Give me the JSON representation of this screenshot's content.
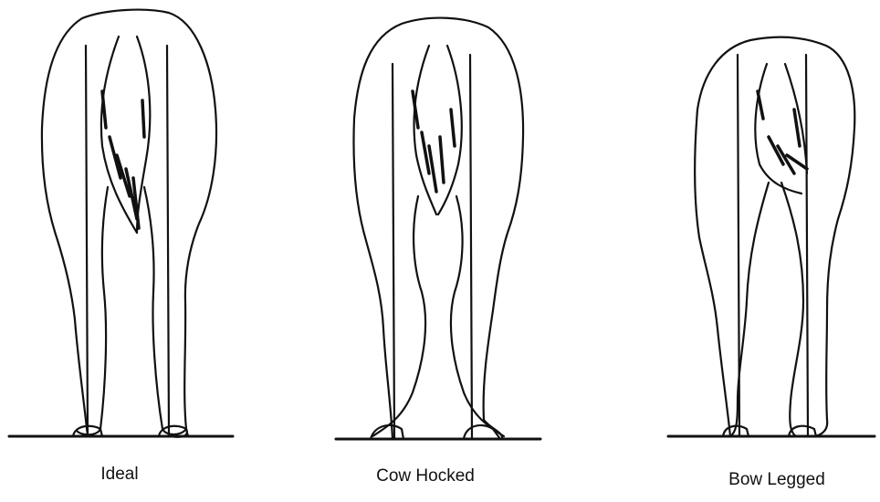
{
  "figure": {
    "ink_color": "#111111",
    "panels": [
      {
        "caption": "Ideal",
        "illustration": "horse-hind-legs-ideal"
      },
      {
        "caption": "Cow Hocked",
        "illustration": "horse-hind-legs-cow-hocked"
      },
      {
        "caption": "Bow Legged",
        "illustration": "horse-hind-legs-bow-legged"
      }
    ]
  }
}
